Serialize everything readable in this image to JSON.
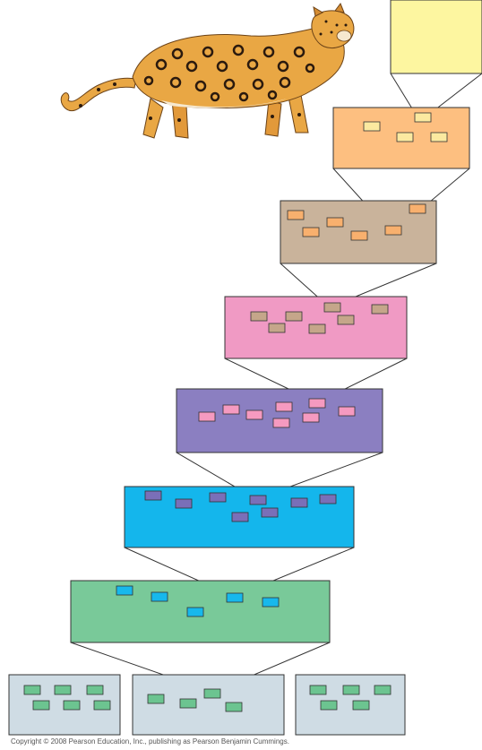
{
  "copyright": "Copyright © 2008 Pearson Education, Inc., publishing as Pearson Benjamin Cummings.",
  "animal": {
    "icon": "jaguar-illustration",
    "colors": {
      "fur": "#e9a744",
      "spots": "#2b1a0e",
      "belly": "#f6e8cf"
    }
  },
  "levels": [
    {
      "id": "level-1",
      "fill": "#fdf6a0"
    },
    {
      "id": "level-2",
      "fill": "#fdbf80",
      "child_fill": "#fbe9a0"
    },
    {
      "id": "level-3",
      "fill": "#c9b39b",
      "child_fill": "#f8b06e"
    },
    {
      "id": "level-4",
      "fill": "#f09ac4",
      "child_fill": "#c5a68a"
    },
    {
      "id": "level-5",
      "fill": "#8b7fc1",
      "child_fill": "#f59ac0"
    },
    {
      "id": "level-6",
      "fill": "#14b6ec",
      "child_fill": "#7a6fb8"
    },
    {
      "id": "level-7",
      "fill": "#79c999",
      "child_fill": "#17b8ec"
    },
    {
      "id": "level-8",
      "fill": "#cfdce4",
      "child_fill": "#6cc490",
      "count": 3
    }
  ]
}
